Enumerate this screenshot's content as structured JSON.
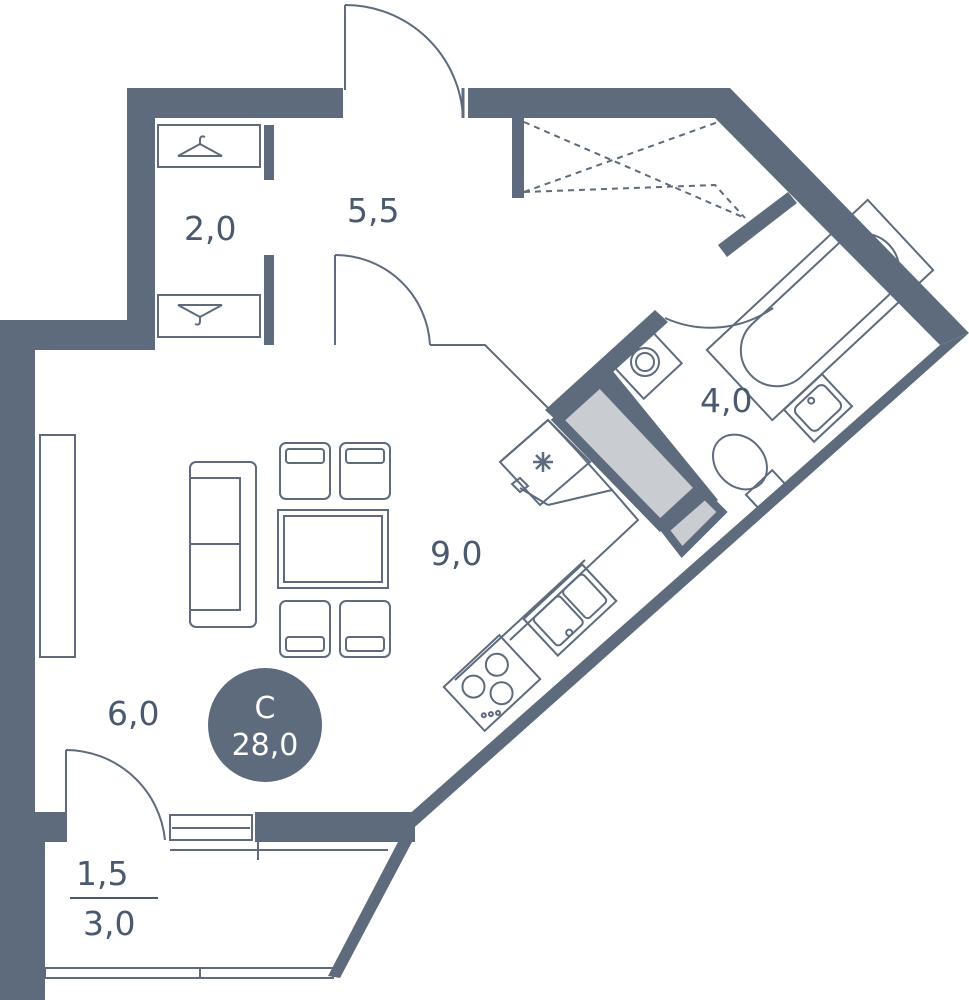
{
  "rooms": {
    "wardrobe": "2,0",
    "hallway": "5,5",
    "bathroom": "4,0",
    "kitchen": "9,0",
    "living": "6,0",
    "balcony_numerator": "1,5",
    "balcony_denominator": "3,0"
  },
  "badge": {
    "type": "С",
    "total": "28,0"
  },
  "colors": {
    "wall": "#5d6b7d",
    "line": "#5d6b7d",
    "text": "#4a5a6e",
    "fill": "#c9ccd1"
  }
}
